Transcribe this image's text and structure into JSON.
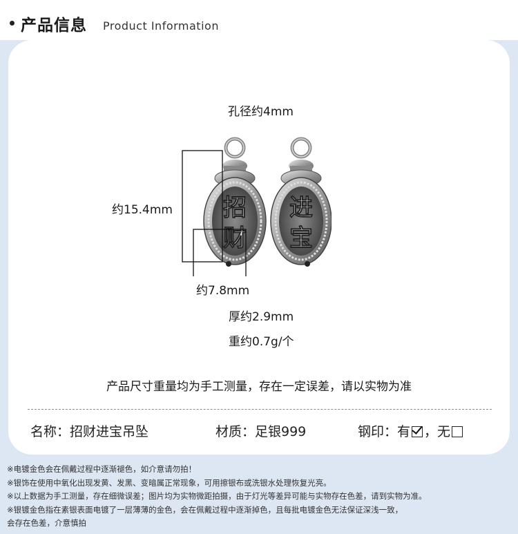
{
  "header": {
    "title_zh": "产品信息",
    "title_en": "Product Information"
  },
  "dimensions": {
    "hole": "孔径约4mm",
    "height": "约15.4mm",
    "width": "约7.8mm",
    "thickness": "厚约2.9mm",
    "weight": "重约0.7g/个"
  },
  "pendant": {
    "left_chars": [
      "招",
      "财"
    ],
    "right_chars": [
      "进",
      "宝"
    ]
  },
  "disclaimer": "产品尺寸重量均为手工测量，存在一定误差，请以实物为准",
  "specs": {
    "name": "名称：招财进宝吊坠",
    "material": "材质：足银999",
    "stamp_label": "钢印：有",
    "stamp_sep": "，无"
  },
  "notes": [
    "※电镀金色会在佩戴过程中逐渐褪色，如介意请勿拍！",
    "※银饰在使用中氧化出现发黄、发黑、变暗属正常现象，可用擦银布或洗银水处理恢复光亮。",
    "※以上数据为手工测量，存在细微误差；图片均为实物微距拍摄，由于灯光等差异可能与实物存在色差，请到实物为准。",
    "※银镀金色指在素银表面电镀了一层薄薄的金色，会在佩戴过程中逐渐掉色，且每批电镀金色无法保证深浅一致，",
    "会存在色差，介意慎拍"
  ]
}
